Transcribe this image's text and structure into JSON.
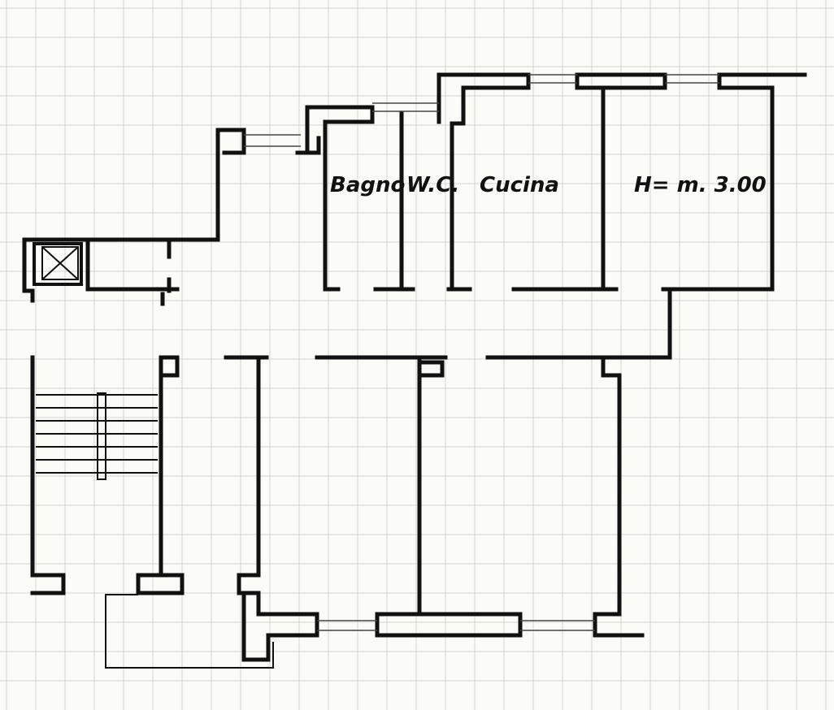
{
  "plan": {
    "labels": {
      "bagno": "Bagno",
      "wc": "W.C.",
      "cucina": "Cucina",
      "height_note": "H= m. 3.00"
    },
    "ink_color": "#111111",
    "paper_color": "#fbfbf8",
    "grid_color": "#d6d6d0",
    "icons": {
      "lift": "elevator-shaft-icon",
      "stairs": "staircase-icon"
    }
  }
}
